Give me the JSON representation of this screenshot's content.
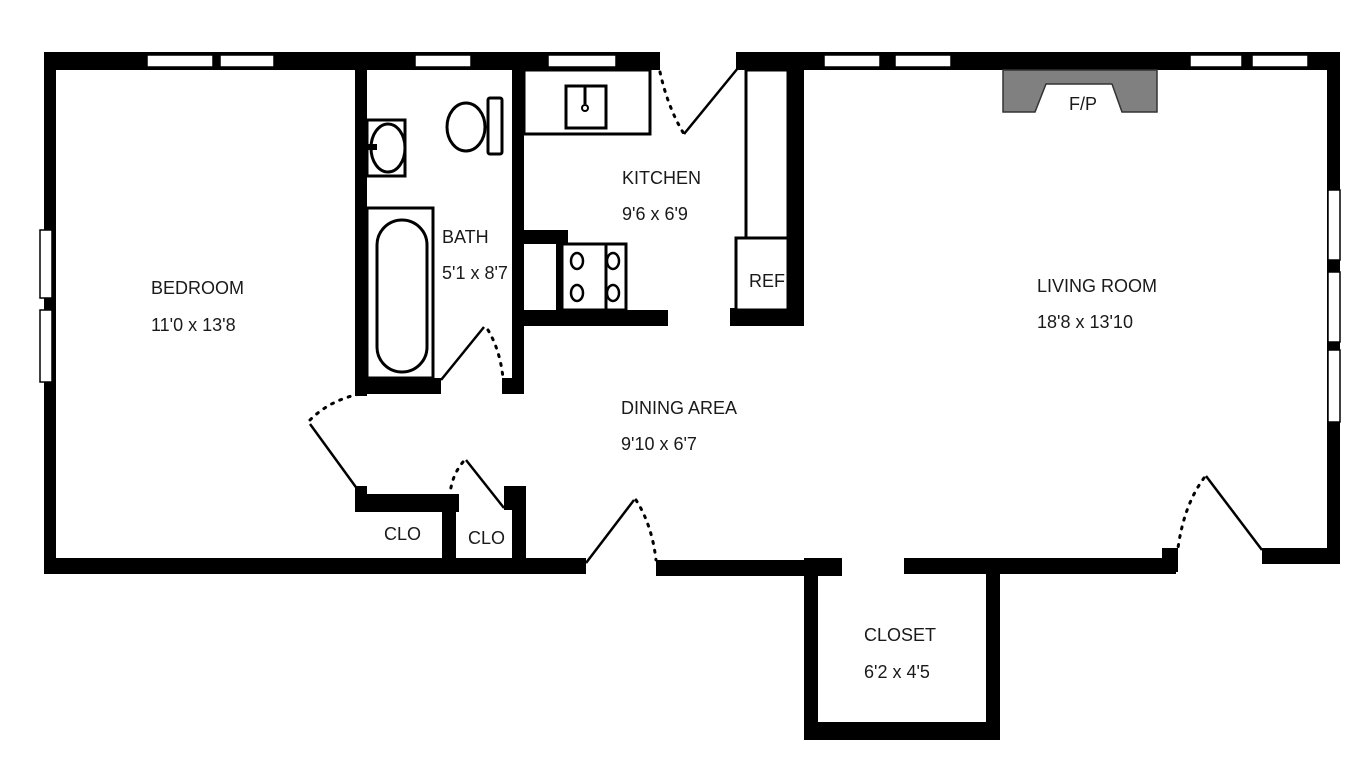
{
  "plan": {
    "rooms": {
      "bedroom": {
        "name": "BEDROOM",
        "dims": "11'0 x 13'8"
      },
      "bath": {
        "name": "BATH",
        "dims": "5'1 x 8'7"
      },
      "kitchen": {
        "name": "KITCHEN",
        "dims": "9'6 x 6'9"
      },
      "living_room": {
        "name": "LIVING ROOM",
        "dims": "18'8 x 13'10"
      },
      "dining_area": {
        "name": "DINING AREA",
        "dims": "9'10 x 6'7"
      },
      "closet": {
        "name": "CLOSET",
        "dims": "6'2 x 4'5"
      }
    },
    "fixtures": {
      "refrigerator": "REF",
      "fireplace": "F/P",
      "closet_1": "CLO",
      "closet_2": "CLO"
    },
    "colors": {
      "wall": "#000000",
      "fireplace": "#808080",
      "background": "#ffffff"
    }
  }
}
